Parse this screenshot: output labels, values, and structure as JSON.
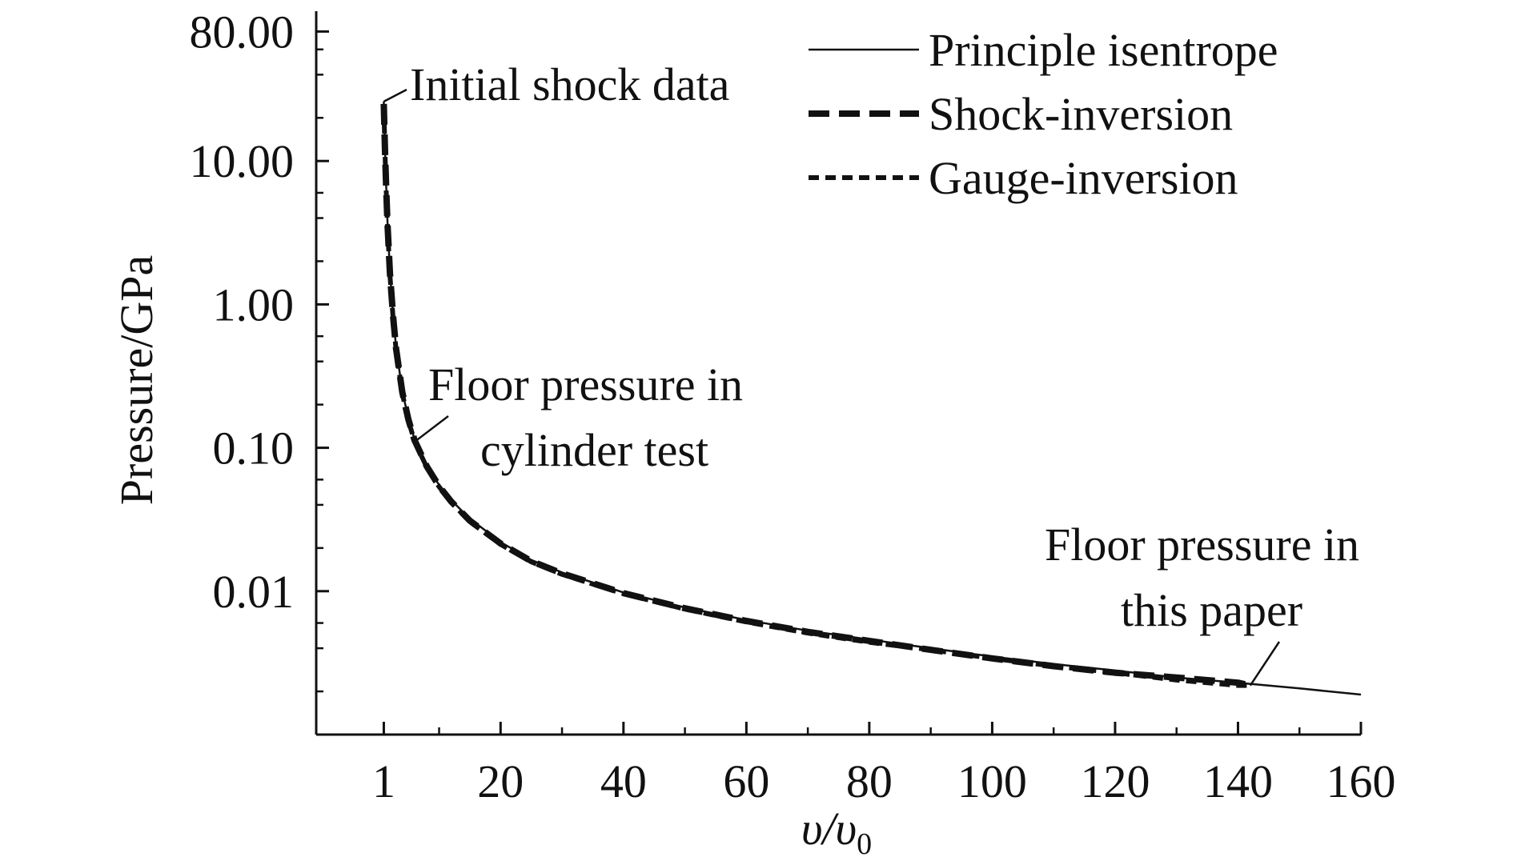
{
  "chart_data": {
    "type": "line",
    "xlabel": "υ/υ",
    "xlabel_sub": "0",
    "ylabel": "Pressure/GPa",
    "xlim": [
      -10,
      160
    ],
    "ylim": [
      0.001,
      100
    ],
    "y_scale": "log",
    "x_ticks": [
      1,
      20,
      40,
      60,
      80,
      100,
      120,
      140,
      160
    ],
    "y_ticks": [
      {
        "value": 80,
        "label": "80.00"
      },
      {
        "value": 10,
        "label": "10.00"
      },
      {
        "value": 1,
        "label": "1.00"
      },
      {
        "value": 0.1,
        "label": "0.10"
      },
      {
        "value": 0.01,
        "label": "0.01"
      }
    ],
    "grid": false,
    "legend_position": "top-right",
    "series": [
      {
        "name": "Principle isentrope",
        "style": "solid",
        "x": [
          1,
          1.1,
          1.2,
          1.4,
          1.6,
          2,
          2.5,
          3,
          4,
          5,
          6,
          8,
          10,
          12,
          15,
          20,
          25,
          30,
          40,
          50,
          60,
          70,
          80,
          90,
          100,
          110,
          120,
          130,
          140,
          150,
          160
        ],
        "y": [
          26,
          18,
          12,
          6.5,
          3.8,
          1.7,
          0.85,
          0.5,
          0.25,
          0.16,
          0.115,
          0.075,
          0.055,
          0.043,
          0.032,
          0.022,
          0.0165,
          0.0135,
          0.0098,
          0.0077,
          0.0063,
          0.0053,
          0.0046,
          0.004,
          0.0035,
          0.0031,
          0.0028,
          0.0025,
          0.0023,
          0.0021,
          0.0019
        ]
      },
      {
        "name": "Shock-inversion",
        "style": "long-dash",
        "x": [
          1,
          1.1,
          1.2,
          1.4,
          1.6,
          2,
          2.5,
          3,
          4,
          5,
          6,
          8,
          10,
          12,
          15,
          20,
          25,
          30,
          40,
          50,
          60,
          70,
          80,
          90,
          100,
          110,
          120,
          130,
          140,
          142
        ],
        "y": [
          25,
          17,
          11.5,
          6.3,
          3.7,
          1.65,
          0.83,
          0.49,
          0.245,
          0.158,
          0.113,
          0.074,
          0.054,
          0.042,
          0.031,
          0.0215,
          0.0162,
          0.0133,
          0.0097,
          0.0076,
          0.0062,
          0.0052,
          0.0045,
          0.0039,
          0.0034,
          0.003,
          0.0027,
          0.0025,
          0.0023,
          0.0022
        ]
      },
      {
        "name": "Gauge-inversion",
        "style": "short-dash",
        "x": [
          1,
          1.1,
          1.2,
          1.4,
          1.6,
          2,
          2.5,
          3,
          4,
          5,
          6,
          8,
          10,
          12,
          15,
          20,
          25,
          30,
          40,
          50,
          60,
          70,
          80,
          90,
          100,
          110,
          120,
          130,
          140,
          142
        ],
        "y": [
          24,
          16.5,
          11,
          6.1,
          3.6,
          1.6,
          0.81,
          0.48,
          0.24,
          0.155,
          0.111,
          0.073,
          0.0535,
          0.0415,
          0.0305,
          0.0212,
          0.016,
          0.0131,
          0.0096,
          0.0075,
          0.0061,
          0.0051,
          0.0044,
          0.0039,
          0.0034,
          0.003,
          0.0027,
          0.0024,
          0.0022,
          0.0022
        ]
      }
    ],
    "annotations": [
      {
        "lines": [
          "Initial shock data"
        ],
        "point": [
          1,
          26
        ]
      },
      {
        "lines": [
          "Floor pressure in",
          "cylinder test"
        ],
        "point": [
          6,
          0.11
        ]
      },
      {
        "lines": [
          "Floor pressure in",
          "this paper"
        ],
        "point": [
          142,
          0.0022
        ]
      }
    ]
  }
}
